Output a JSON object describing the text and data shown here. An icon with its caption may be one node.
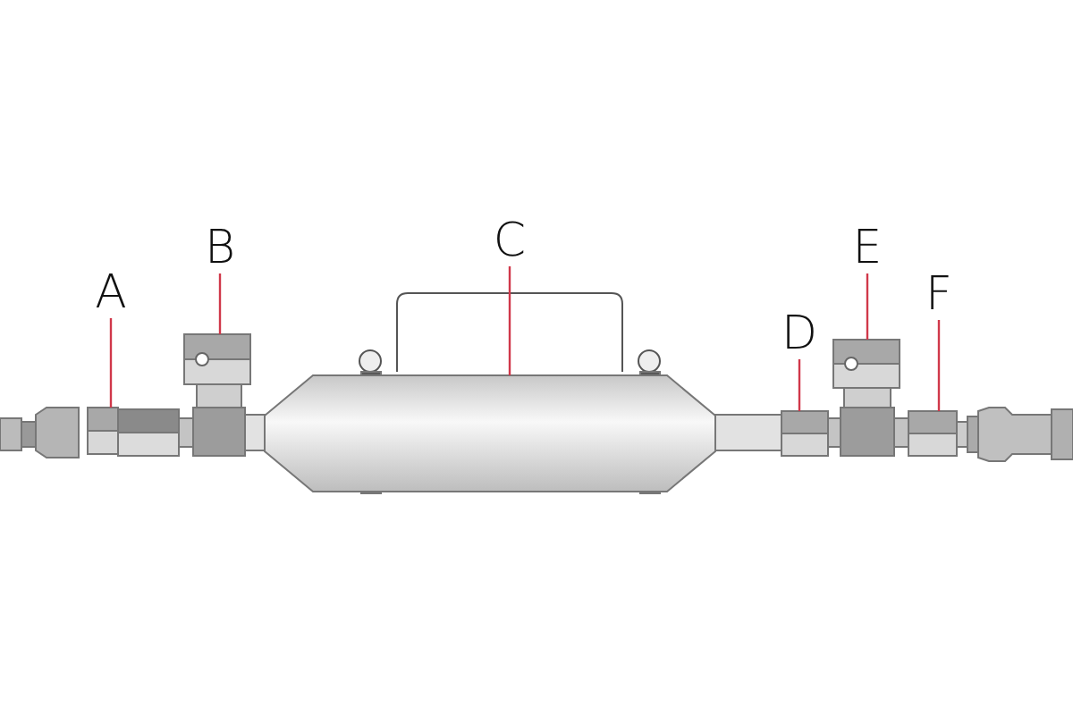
{
  "diagram": {
    "nodes": [
      {
        "text": [
          "A"
        ]
      },
      {
        "text": [
          "B"
        ]
      },
      {
        "text": [
          "C"
        ]
      },
      {
        "text": [
          "D"
        ]
      },
      {
        "text": [
          "E"
        ]
      },
      {
        "text": [
          "F"
        ]
      },
      {
        "text": [],
        "shape": "box"
      },
      {
        "text": [],
        "shape": "box"
      },
      {
        "text": [],
        "shape": "cylinder"
      },
      {
        "text": [],
        "shape": "box"
      },
      {
        "text": [],
        "shape": "box"
      },
      {
        "text": [],
        "shape": "box"
      }
    ],
    "edges": [
      {
        "from": 0,
        "to": 6,
        "arrow": "none"
      },
      {
        "from": 1,
        "to": 7,
        "arrow": "none"
      },
      {
        "from": 2,
        "to": 8,
        "arrow": "none"
      },
      {
        "from": 3,
        "to": 9,
        "arrow": "none"
      },
      {
        "from": 4,
        "to": 10,
        "arrow": "none"
      },
      {
        "from": 5,
        "to": 11,
        "arrow": "none"
      }
    ]
  }
}
